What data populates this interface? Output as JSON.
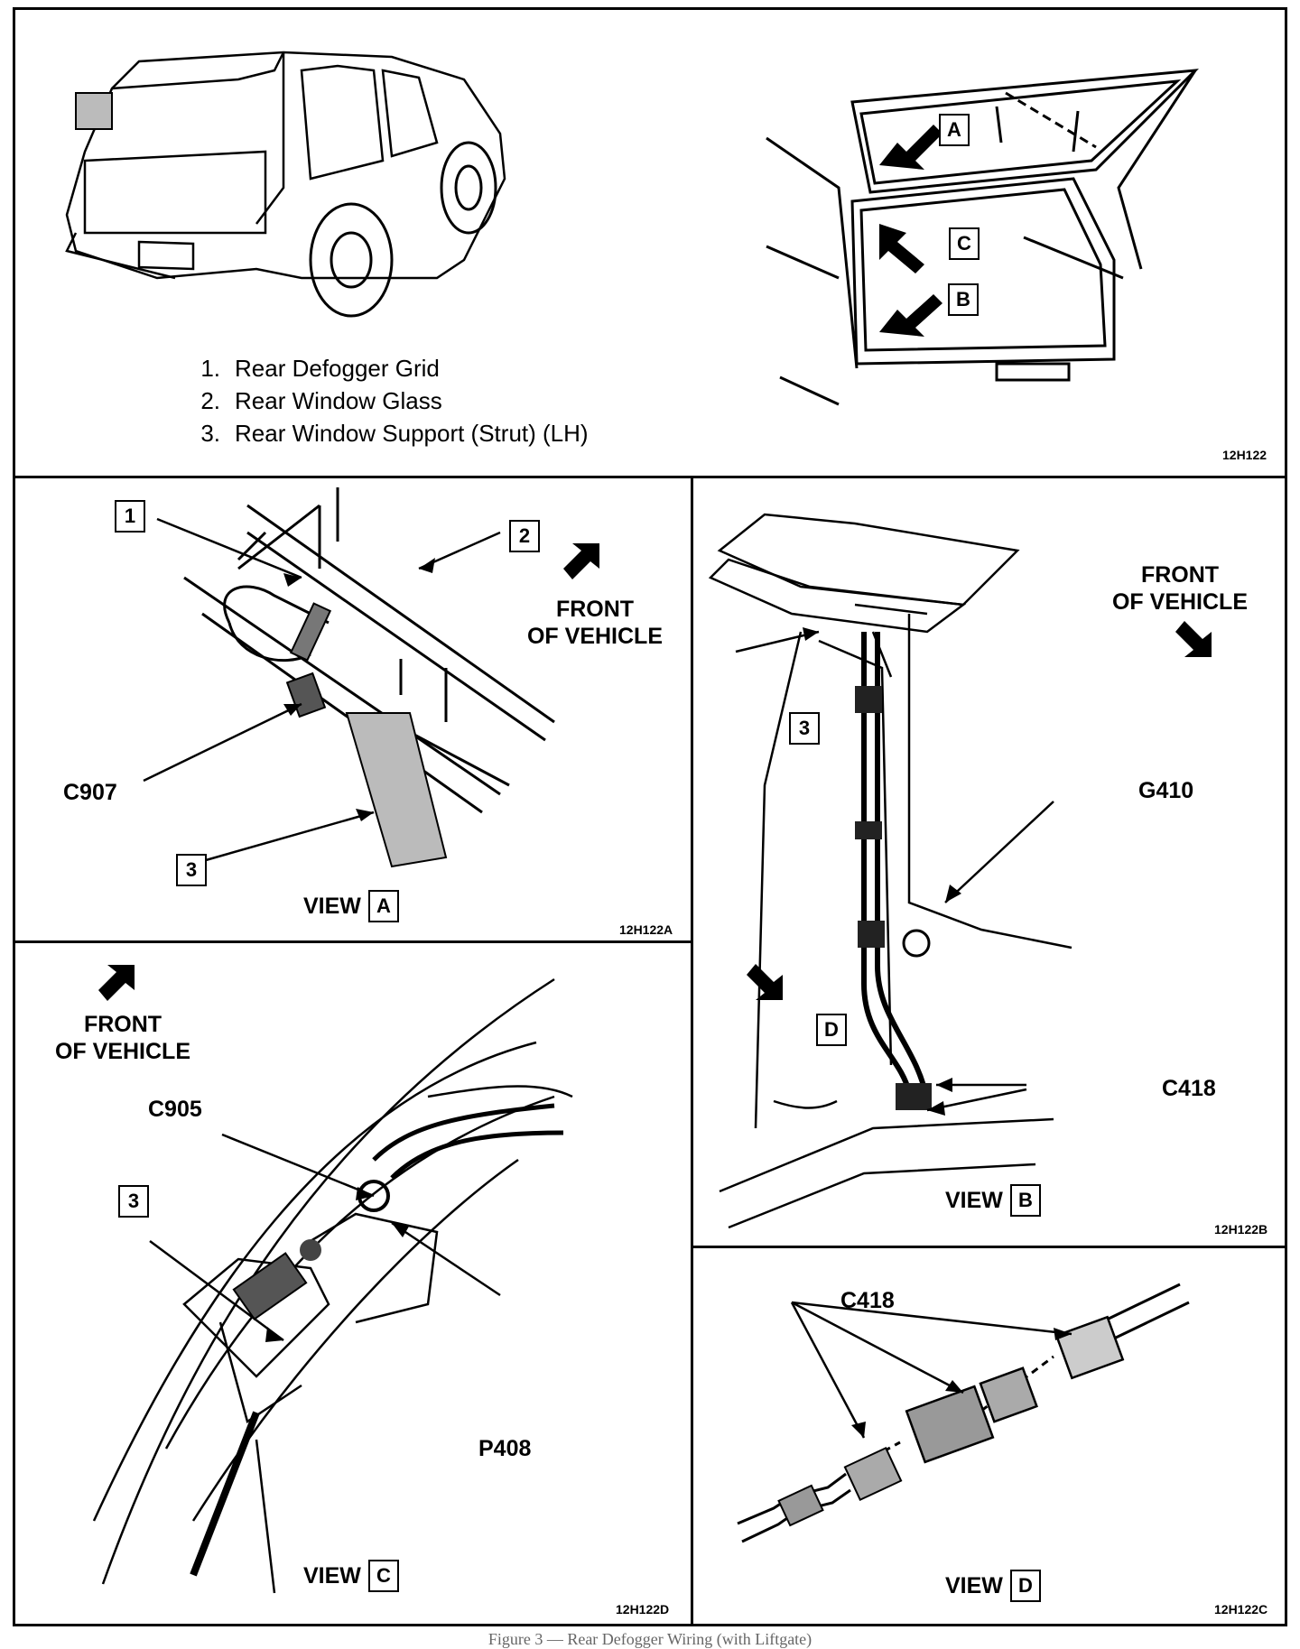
{
  "top_panel": {
    "legend": [
      {
        "num": "1.",
        "text": "Rear Defogger Grid"
      },
      {
        "num": "2.",
        "text": "Rear Window Glass"
      },
      {
        "num": "3.",
        "text": "Rear Window Support (Strut) (LH)"
      }
    ],
    "callouts": [
      "A",
      "C",
      "B"
    ],
    "fig_id": "12H122"
  },
  "view_a": {
    "callouts": [
      "1",
      "2",
      "3"
    ],
    "front": [
      "FRONT",
      "OF VEHICLE"
    ],
    "connector": "C907",
    "view_label": "VIEW",
    "view_letter": "A",
    "fig_id": "12H122A"
  },
  "view_b": {
    "front": [
      "FRONT",
      "OF VEHICLE"
    ],
    "callouts": [
      "3",
      "D"
    ],
    "ground": "G410",
    "connector": "C418",
    "view_label": "VIEW",
    "view_letter": "B",
    "fig_id": "12H122B"
  },
  "view_c": {
    "front": [
      "FRONT",
      "OF VEHICLE"
    ],
    "callouts": [
      "3"
    ],
    "connector": "C905",
    "pigtail": "P408",
    "view_label": "VIEW",
    "view_letter": "C",
    "fig_id": "12H122D"
  },
  "view_d": {
    "connector": "C418",
    "view_label": "VIEW",
    "view_letter": "D",
    "fig_id": "12H122C"
  },
  "caption": "Figure 3 — Rear Defogger Wiring (with Liftgate)"
}
